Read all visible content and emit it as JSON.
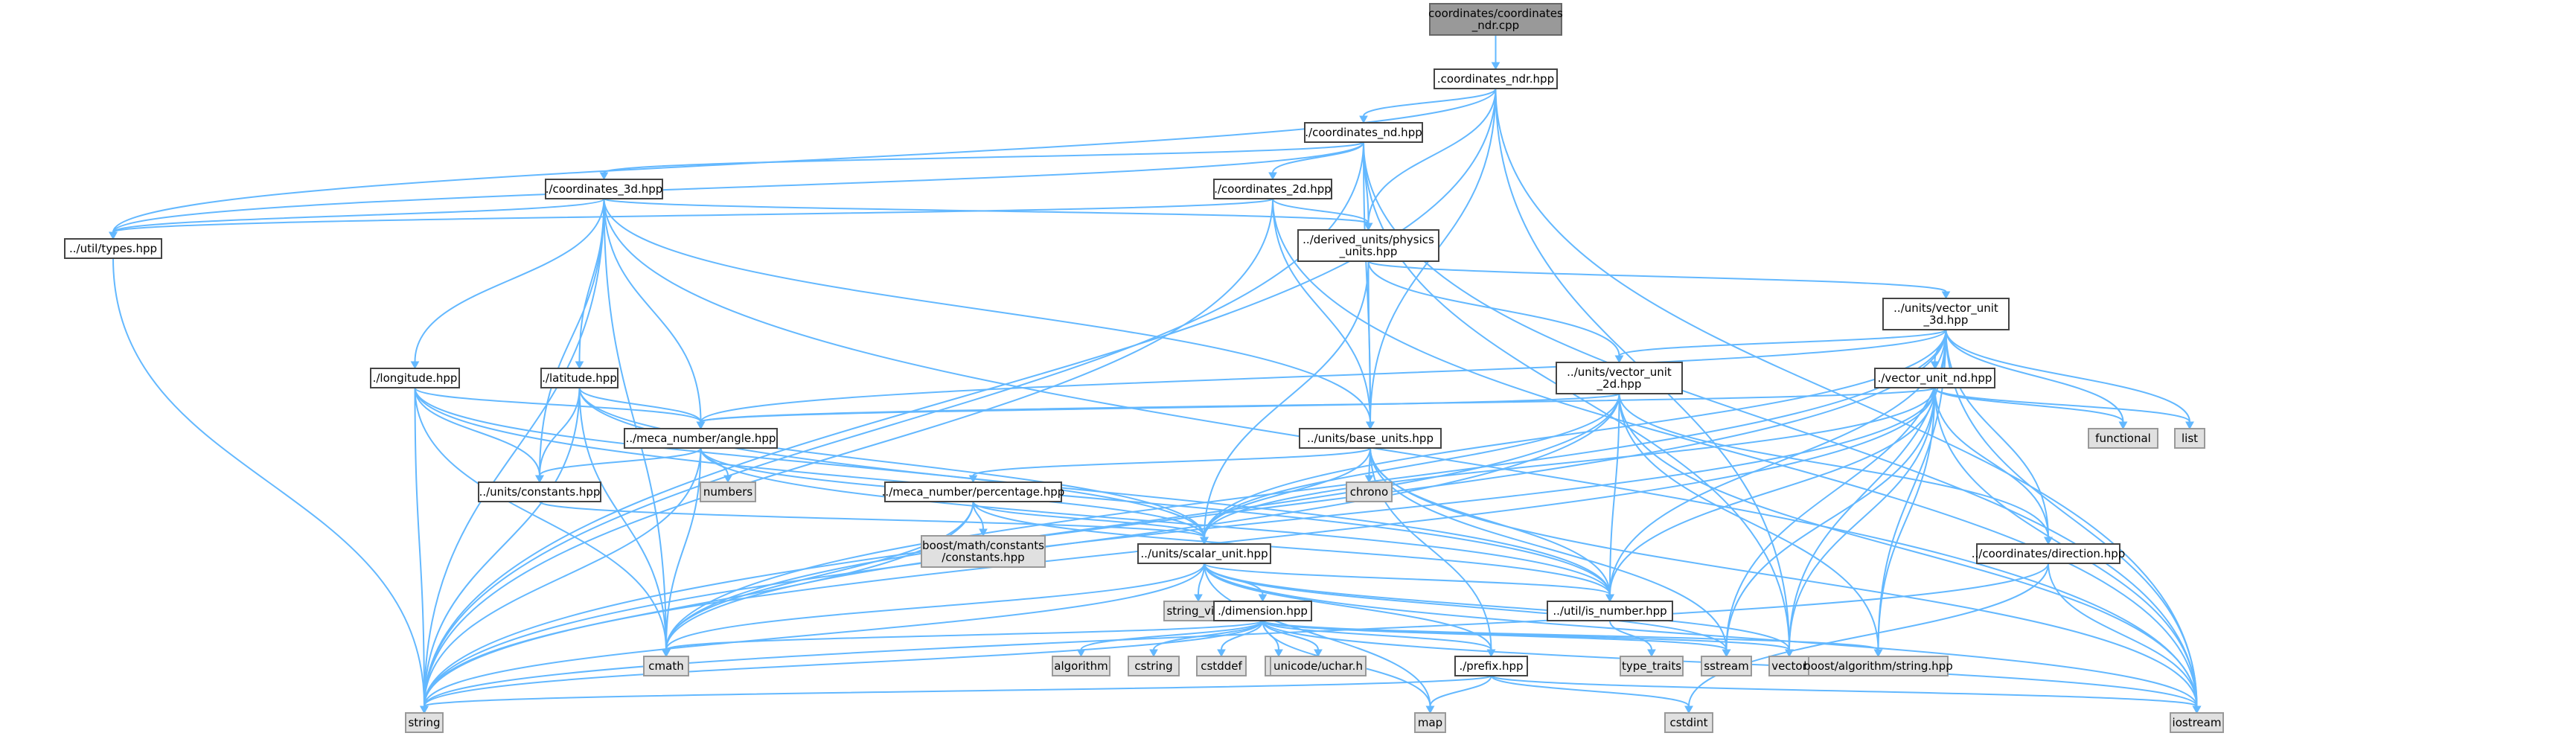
{
  "nodes": {
    "root": [
      "coordinates/coordinates",
      "_ndr.cpp"
    ],
    "coordinates_ndr": [
      ".coordinates_ndr.hpp"
    ],
    "coordinates_nd": [
      "./coordinates_nd.hpp"
    ],
    "coordinates_3d": [
      "./coordinates_3d.hpp"
    ],
    "coordinates_2d": [
      "./coordinates_2d.hpp"
    ],
    "util_types": [
      "../util/types.hpp"
    ],
    "derived_units": [
      "../derived_units/physics",
      "_units.hpp"
    ],
    "vector_unit_3d": [
      "../units/vector_unit",
      "_3d.hpp"
    ],
    "longitude": [
      "./longitude.hpp"
    ],
    "latitude": [
      "./latitude.hpp"
    ],
    "vector_unit_2d": [
      "../units/vector_unit",
      "_2d.hpp"
    ],
    "vector_unit_nd": [
      "./vector_unit_nd.hpp"
    ],
    "functional": [
      "functional"
    ],
    "list": [
      "list"
    ],
    "meca_angle": [
      "../meca_number/angle.hpp"
    ],
    "base_units": [
      "../units/base_units.hpp"
    ],
    "numbers": [
      "numbers"
    ],
    "chrono": [
      "chrono"
    ],
    "units_constants": [
      "../units/constants.hpp"
    ],
    "meca_percentage": [
      "../meca_number/percentage.hpp"
    ],
    "boost_constants": [
      "boost/math/constants",
      "/constants.hpp"
    ],
    "scalar_unit": [
      "../units/scalar_unit.hpp"
    ],
    "direction": [
      "../coordinates/direction.hpp"
    ],
    "string_view": [
      "string_view"
    ],
    "dimension": [
      "./dimension.hpp"
    ],
    "is_number": [
      "../util/is_number.hpp"
    ],
    "cmath": [
      "cmath"
    ],
    "algorithm": [
      "algorithm"
    ],
    "cstring": [
      "cstring"
    ],
    "cstddef": [
      "cstddef"
    ],
    "set": [
      "set"
    ],
    "unicode": [
      "unicode/uchar.h"
    ],
    "prefix": [
      "./prefix.hpp"
    ],
    "type_traits": [
      "type_traits"
    ],
    "sstream": [
      "sstream"
    ],
    "vector": [
      "vector"
    ],
    "boost_string": [
      "boost/algorithm/string.hpp"
    ],
    "string": [
      "string"
    ],
    "map": [
      "map"
    ],
    "cstdint": [
      "cstdint"
    ],
    "iostream": [
      "iostream"
    ]
  },
  "edges": [
    [
      "root",
      "coordinates_ndr"
    ],
    [
      "coordinates_ndr",
      "coordinates_nd"
    ],
    [
      "coordinates_ndr",
      "util_types"
    ],
    [
      "coordinates_ndr",
      "derived_units"
    ],
    [
      "coordinates_ndr",
      "base_units"
    ],
    [
      "coordinates_ndr",
      "string"
    ],
    [
      "coordinates_ndr",
      "vector"
    ],
    [
      "coordinates_ndr",
      "iostream"
    ],
    [
      "coordinates_nd",
      "coordinates_3d"
    ],
    [
      "coordinates_nd",
      "coordinates_2d"
    ],
    [
      "coordinates_nd",
      "derived_units"
    ],
    [
      "coordinates_nd",
      "base_units"
    ],
    [
      "coordinates_nd",
      "util_types"
    ],
    [
      "coordinates_nd",
      "string"
    ],
    [
      "coordinates_nd",
      "vector"
    ],
    [
      "coordinates_nd",
      "iostream"
    ],
    [
      "coordinates_3d",
      "util_types"
    ],
    [
      "coordinates_3d",
      "derived_units"
    ],
    [
      "coordinates_3d",
      "longitude"
    ],
    [
      "coordinates_3d",
      "latitude"
    ],
    [
      "coordinates_3d",
      "meca_angle"
    ],
    [
      "coordinates_3d",
      "units_constants"
    ],
    [
      "coordinates_3d",
      "base_units"
    ],
    [
      "coordinates_3d",
      "cmath"
    ],
    [
      "coordinates_3d",
      "string"
    ],
    [
      "coordinates_3d",
      "iostream"
    ],
    [
      "coordinates_2d",
      "derived_units"
    ],
    [
      "coordinates_2d",
      "base_units"
    ],
    [
      "coordinates_2d",
      "util_types"
    ],
    [
      "coordinates_2d",
      "string"
    ],
    [
      "coordinates_2d",
      "iostream"
    ],
    [
      "util_types",
      "string"
    ],
    [
      "derived_units",
      "vector_unit_3d"
    ],
    [
      "derived_units",
      "vector_unit_2d"
    ],
    [
      "derived_units",
      "base_units"
    ],
    [
      "derived_units",
      "scalar_unit"
    ],
    [
      "vector_unit_3d",
      "vector_unit_2d"
    ],
    [
      "vector_unit_3d",
      "vector_unit_nd"
    ],
    [
      "vector_unit_3d",
      "functional"
    ],
    [
      "vector_unit_3d",
      "list"
    ],
    [
      "vector_unit_3d",
      "meca_angle"
    ],
    [
      "vector_unit_3d",
      "scalar_unit"
    ],
    [
      "vector_unit_3d",
      "direction"
    ],
    [
      "vector_unit_3d",
      "is_number"
    ],
    [
      "vector_unit_3d",
      "cmath"
    ],
    [
      "vector_unit_3d",
      "sstream"
    ],
    [
      "vector_unit_3d",
      "vector"
    ],
    [
      "vector_unit_3d",
      "boost_string"
    ],
    [
      "vector_unit_3d",
      "string"
    ],
    [
      "vector_unit_3d",
      "iostream"
    ],
    [
      "longitude",
      "meca_angle"
    ],
    [
      "longitude",
      "units_constants"
    ],
    [
      "longitude",
      "scalar_unit"
    ],
    [
      "longitude",
      "cmath"
    ],
    [
      "longitude",
      "string"
    ],
    [
      "longitude",
      "is_number"
    ],
    [
      "latitude",
      "meca_angle"
    ],
    [
      "latitude",
      "units_constants"
    ],
    [
      "latitude",
      "scalar_unit"
    ],
    [
      "latitude",
      "cmath"
    ],
    [
      "latitude",
      "string"
    ],
    [
      "latitude",
      "is_number"
    ],
    [
      "vector_unit_2d",
      "meca_angle"
    ],
    [
      "vector_unit_2d",
      "scalar_unit"
    ],
    [
      "vector_unit_2d",
      "direction"
    ],
    [
      "vector_unit_2d",
      "is_number"
    ],
    [
      "vector_unit_2d",
      "cmath"
    ],
    [
      "vector_unit_2d",
      "boost_string"
    ],
    [
      "vector_unit_2d",
      "string"
    ],
    [
      "vector_unit_2d",
      "iostream"
    ],
    [
      "vector_unit_nd",
      "functional"
    ],
    [
      "vector_unit_nd",
      "list"
    ],
    [
      "vector_unit_nd",
      "meca_angle"
    ],
    [
      "vector_unit_nd",
      "scalar_unit"
    ],
    [
      "vector_unit_nd",
      "direction"
    ],
    [
      "vector_unit_nd",
      "is_number"
    ],
    [
      "vector_unit_nd",
      "cmath"
    ],
    [
      "vector_unit_nd",
      "sstream"
    ],
    [
      "vector_unit_nd",
      "vector"
    ],
    [
      "vector_unit_nd",
      "boost_string"
    ],
    [
      "vector_unit_nd",
      "string"
    ],
    [
      "vector_unit_nd",
      "iostream"
    ],
    [
      "meca_angle",
      "numbers"
    ],
    [
      "meca_angle",
      "units_constants"
    ],
    [
      "meca_angle",
      "scalar_unit"
    ],
    [
      "meca_angle",
      "cmath"
    ],
    [
      "meca_angle",
      "string"
    ],
    [
      "meca_angle",
      "is_number"
    ],
    [
      "base_units",
      "chrono"
    ],
    [
      "base_units",
      "meca_percentage"
    ],
    [
      "base_units",
      "scalar_unit"
    ],
    [
      "base_units",
      "prefix"
    ],
    [
      "base_units",
      "is_number"
    ],
    [
      "base_units",
      "sstream"
    ],
    [
      "base_units",
      "iostream"
    ],
    [
      "units_constants",
      "scalar_unit"
    ],
    [
      "meca_percentage",
      "boost_constants"
    ],
    [
      "meca_percentage",
      "scalar_unit"
    ],
    [
      "meca_percentage",
      "cmath"
    ],
    [
      "meca_percentage",
      "string"
    ],
    [
      "meca_percentage",
      "is_number"
    ],
    [
      "scalar_unit",
      "string_view"
    ],
    [
      "scalar_unit",
      "dimension"
    ],
    [
      "scalar_unit",
      "is_number"
    ],
    [
      "scalar_unit",
      "prefix"
    ],
    [
      "scalar_unit",
      "cmath"
    ],
    [
      "scalar_unit",
      "map"
    ],
    [
      "scalar_unit",
      "sstream"
    ],
    [
      "scalar_unit",
      "vector"
    ],
    [
      "scalar_unit",
      "string"
    ],
    [
      "scalar_unit",
      "iostream"
    ],
    [
      "direction",
      "cstdint"
    ],
    [
      "direction",
      "string"
    ],
    [
      "direction",
      "iostream"
    ],
    [
      "dimension",
      "algorithm"
    ],
    [
      "dimension",
      "cstring"
    ],
    [
      "dimension",
      "cstddef"
    ],
    [
      "dimension",
      "set"
    ],
    [
      "dimension",
      "unicode"
    ],
    [
      "dimension",
      "prefix"
    ],
    [
      "dimension",
      "cmath"
    ],
    [
      "dimension",
      "map"
    ],
    [
      "dimension",
      "sstream"
    ],
    [
      "dimension",
      "vector"
    ],
    [
      "dimension",
      "boost_string"
    ],
    [
      "dimension",
      "string"
    ],
    [
      "dimension",
      "iostream"
    ],
    [
      "is_number",
      "type_traits"
    ],
    [
      "prefix",
      "cstdint"
    ],
    [
      "prefix",
      "map"
    ],
    [
      "prefix",
      "string"
    ],
    [
      "prefix",
      "iostream"
    ]
  ]
}
